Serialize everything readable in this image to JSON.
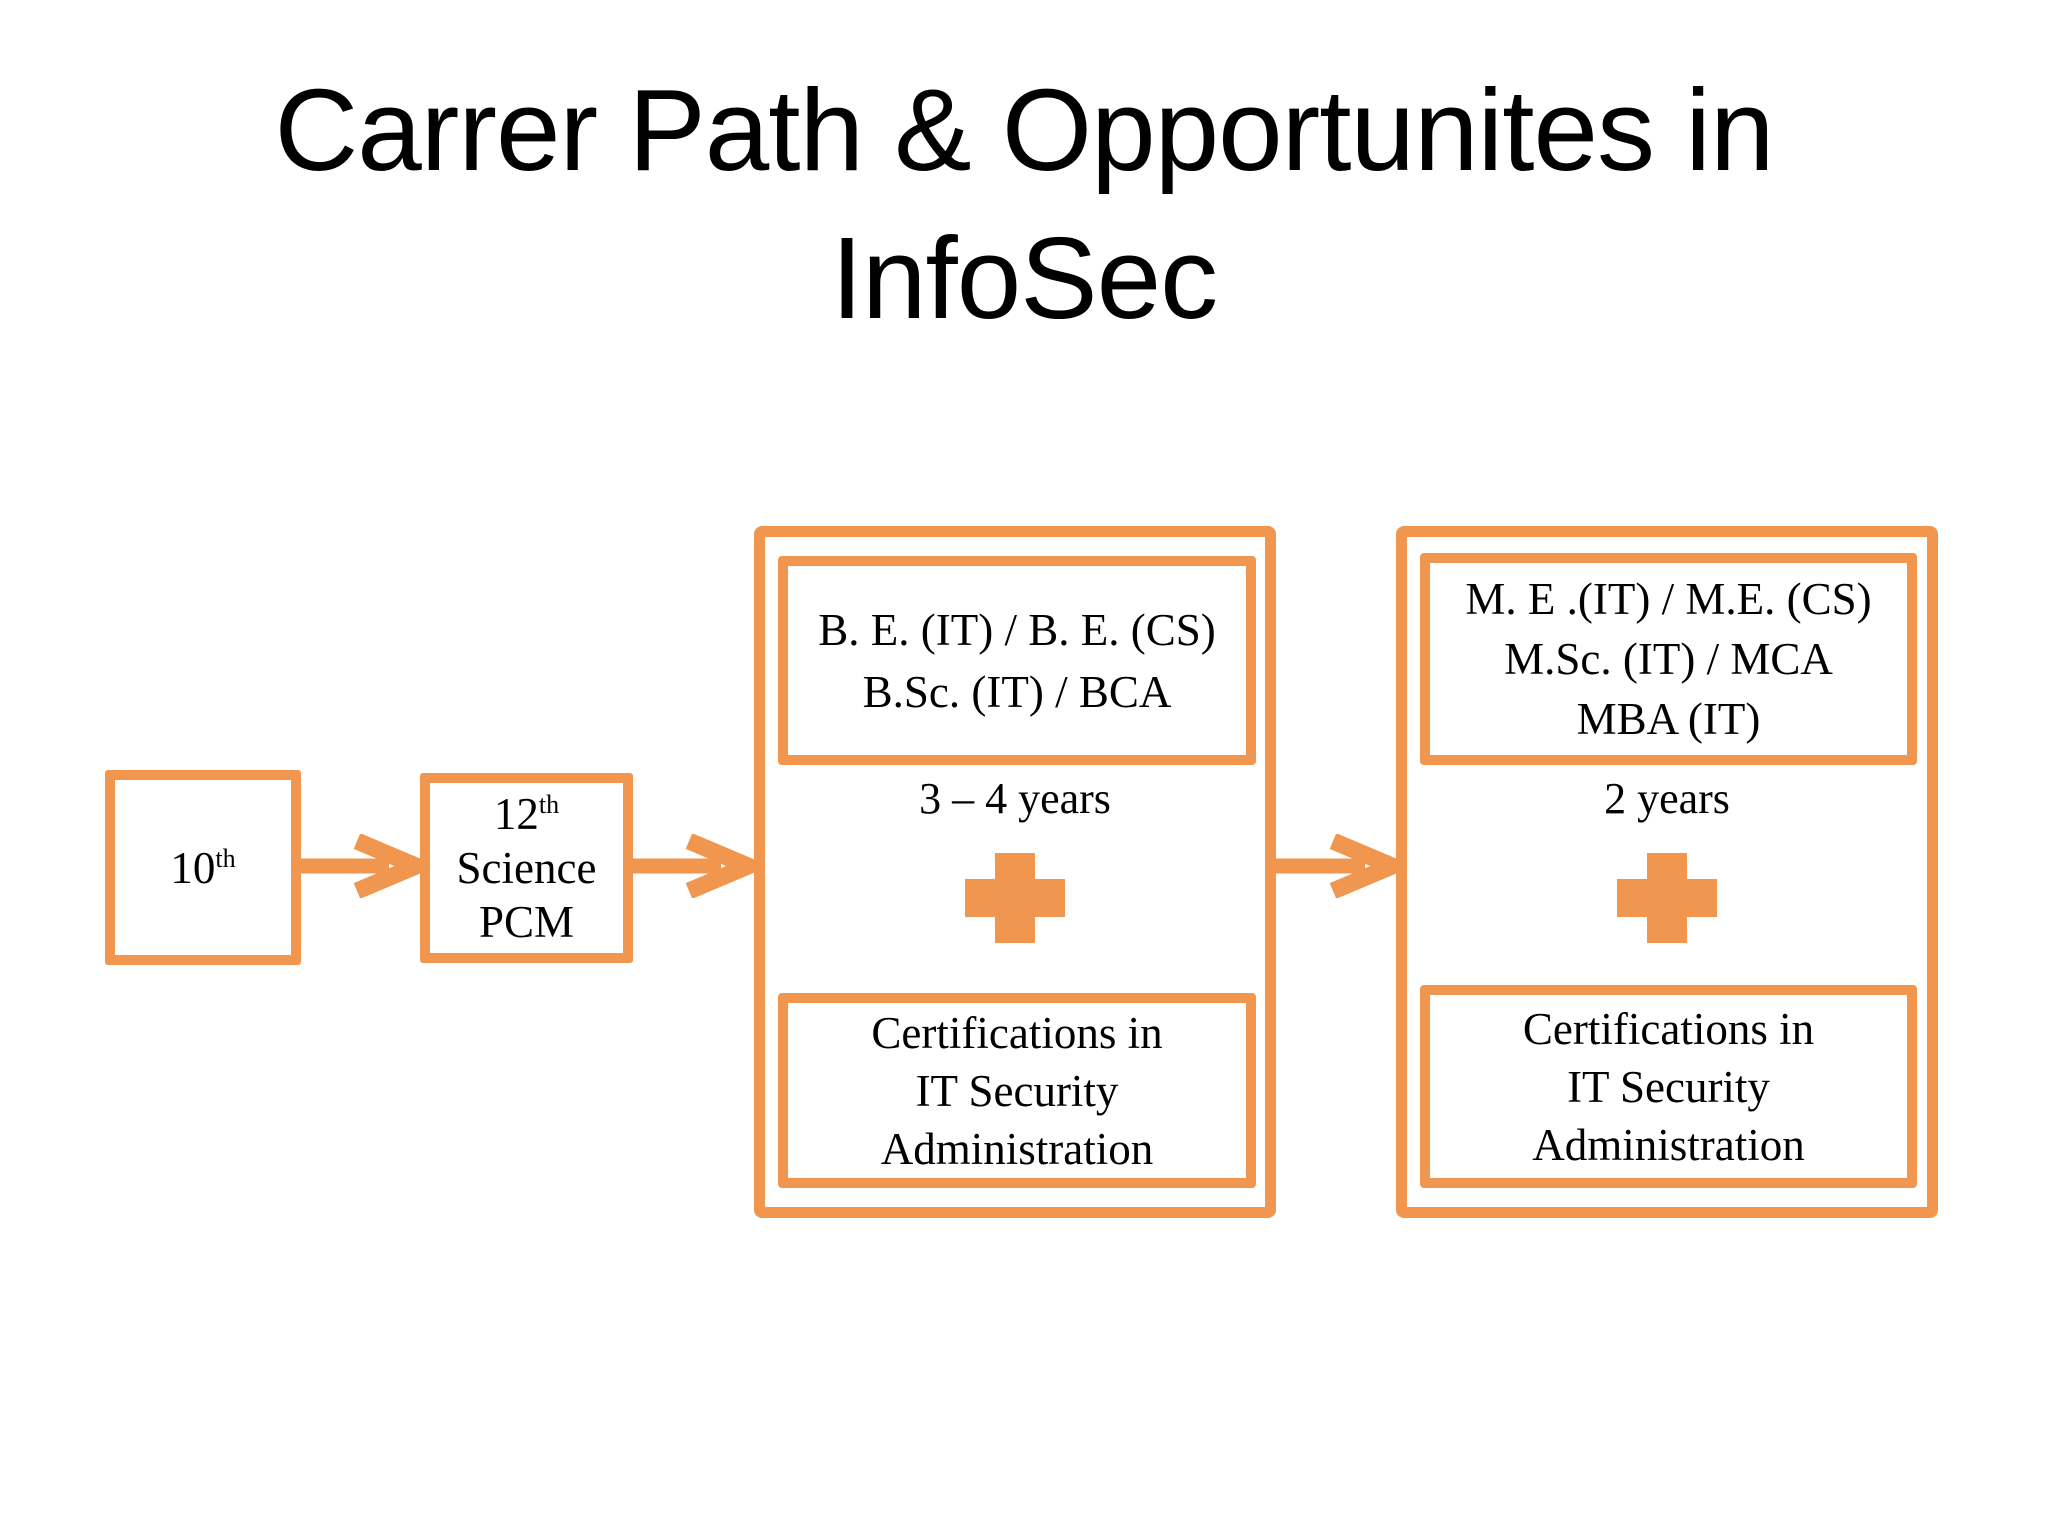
{
  "title": {
    "line1": "Carrer Path & Opportunites in",
    "line2": "InfoSec"
  },
  "nodes": {
    "tenth": {
      "base": "10",
      "sup": "th"
    },
    "twelfth": {
      "grade": "12",
      "grade_sup": "th",
      "line2": "Science",
      "line3": "PCM"
    }
  },
  "stages": [
    {
      "degrees": [
        "B. E. (IT) / B. E. (CS)",
        "B.Sc. (IT) / BCA"
      ],
      "duration": "3 – 4 years",
      "certification": [
        "Certifications in",
        "IT Security",
        "Administration"
      ]
    },
    {
      "degrees": [
        "M. E .(IT) / M.E. (CS)",
        "M.Sc. (IT) / MCA",
        "MBA (IT)"
      ],
      "duration": "2 years",
      "certification": [
        "Certifications in",
        "IT Security",
        "Administration"
      ]
    }
  ],
  "icons": {
    "flow_arrow": "right-arrow (thick orange stem with chevron head)",
    "plus": "plus-cross (solid orange)"
  },
  "colors": {
    "accent_orange": "#F0964E",
    "text_black": "#000000",
    "background_white": "#FFFFFF"
  }
}
